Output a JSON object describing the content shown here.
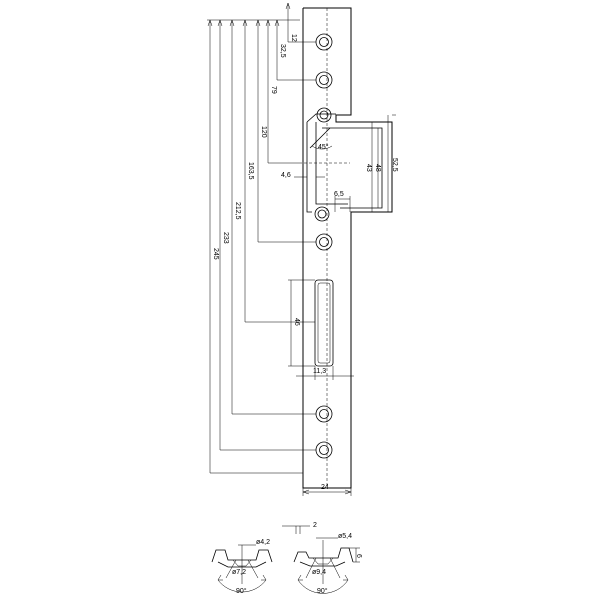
{
  "drawing": {
    "vertical_dims_mm": [
      "12",
      "32,5",
      "79",
      "120",
      "163,5",
      "212,5",
      "233",
      "245"
    ],
    "strike_dims": {
      "angle": "45°",
      "gap_left": "4,6",
      "gap_right": "6,5",
      "h_inner": "43",
      "h_mid": "48",
      "h_outer": "52,5"
    },
    "slot_height": "46",
    "slot_width": "11,3",
    "plate_width": "24",
    "sections": {
      "left": {
        "hole_dia": "ø4,2",
        "csk_dia": "ø7,2",
        "angle": "90°"
      },
      "right": {
        "offset": "2",
        "hole_dia": "ø5,4",
        "csk_dia": "ø9,4",
        "height": "6",
        "angle": "90°"
      }
    }
  }
}
